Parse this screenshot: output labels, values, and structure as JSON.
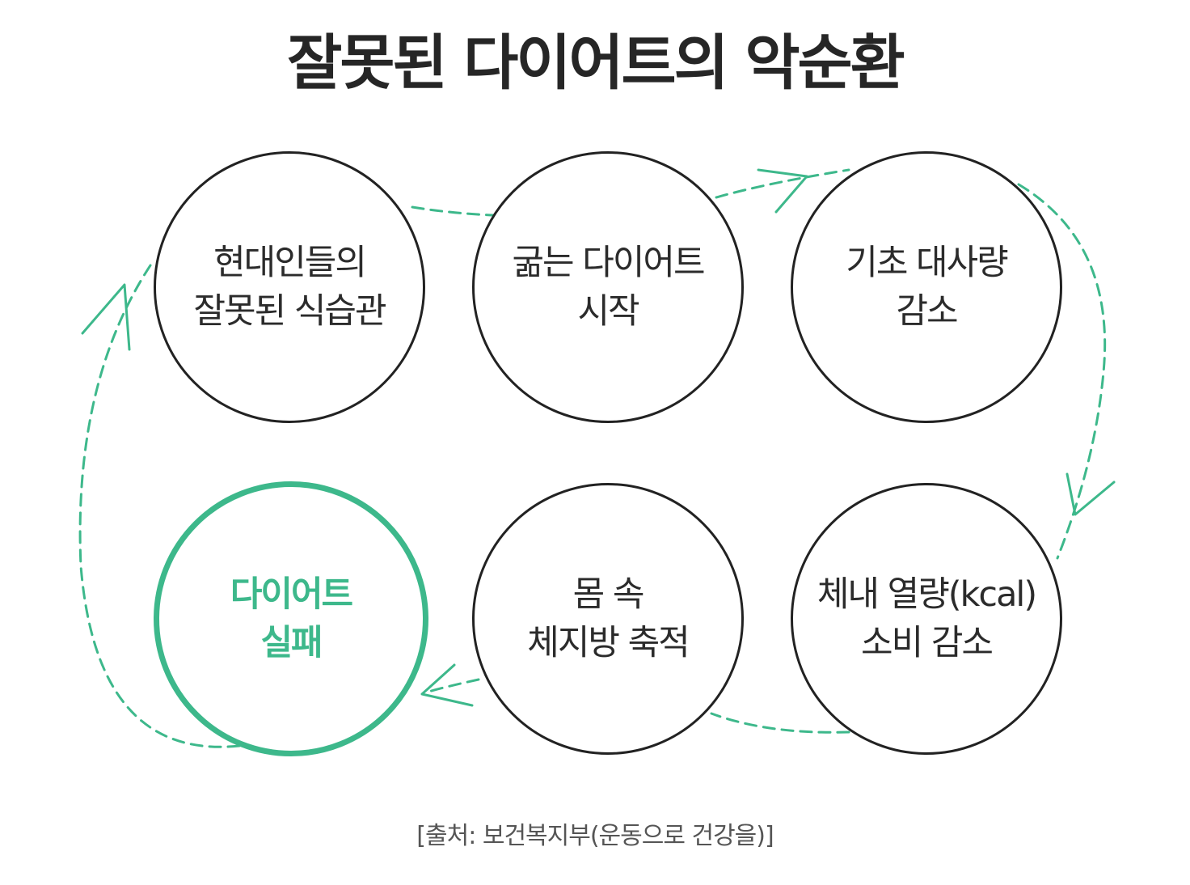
{
  "title": "잘못된 다이어트의 악순환",
  "nodes": [
    {
      "id": "bad-habits",
      "lines": [
        "현대인들의",
        "잘못된 식습관"
      ],
      "highlight": false
    },
    {
      "id": "starvation-diet",
      "lines": [
        "굶는 다이어트",
        "시작"
      ],
      "highlight": false
    },
    {
      "id": "bmr-decrease",
      "lines": [
        "기초 대사량",
        "감소"
      ],
      "highlight": false
    },
    {
      "id": "calorie-burn-decrease",
      "lines": [
        "체내 열량(kcal)",
        "소비 감소"
      ],
      "highlight": false
    },
    {
      "id": "fat-accumulation",
      "lines": [
        "몸 속",
        "체지방 축적"
      ],
      "highlight": false
    },
    {
      "id": "diet-failure",
      "lines": [
        "다이어트",
        "실패"
      ],
      "highlight": true
    }
  ],
  "source": "[출처: 보건복지부(운동으로 건강을)]",
  "colors": {
    "accent": "#3db88b",
    "outline": "#222222",
    "text": "#2b2b2b"
  }
}
